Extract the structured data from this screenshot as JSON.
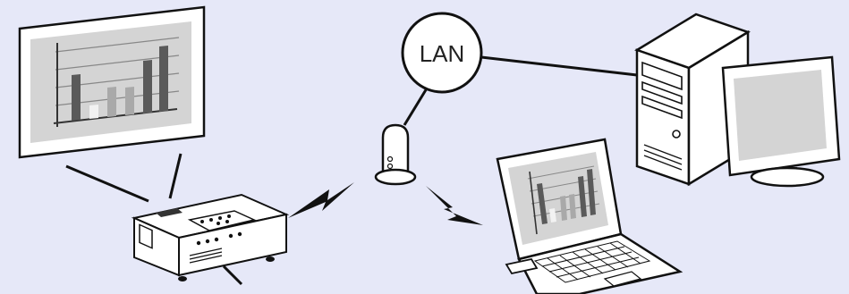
{
  "diagram": {
    "hub_label": "LAN",
    "colors": {
      "background": "#e6e8f8",
      "line": "#111111",
      "screen_fill": "#d4d4d4",
      "bar_dark": "#5a5a5a",
      "bar_light": "#a9a9a9",
      "bar_white": "#f2f2f2"
    },
    "devices": [
      {
        "name": "projection-screen",
        "icon": "projection-screen-icon"
      },
      {
        "name": "projector",
        "icon": "projector-icon"
      },
      {
        "name": "wireless-access-point",
        "icon": "access-point-icon"
      },
      {
        "name": "laptop",
        "icon": "laptop-icon"
      },
      {
        "name": "desktop-computer",
        "icon": "desktop-computer-icon"
      }
    ],
    "connections": [
      {
        "from": "projector",
        "to": "wireless-access-point",
        "type": "wireless"
      },
      {
        "from": "wireless-access-point",
        "to": "laptop",
        "type": "wireless"
      },
      {
        "from": "wireless-access-point",
        "to": "LAN",
        "type": "wired"
      },
      {
        "from": "LAN",
        "to": "desktop-computer",
        "type": "wired"
      }
    ]
  }
}
